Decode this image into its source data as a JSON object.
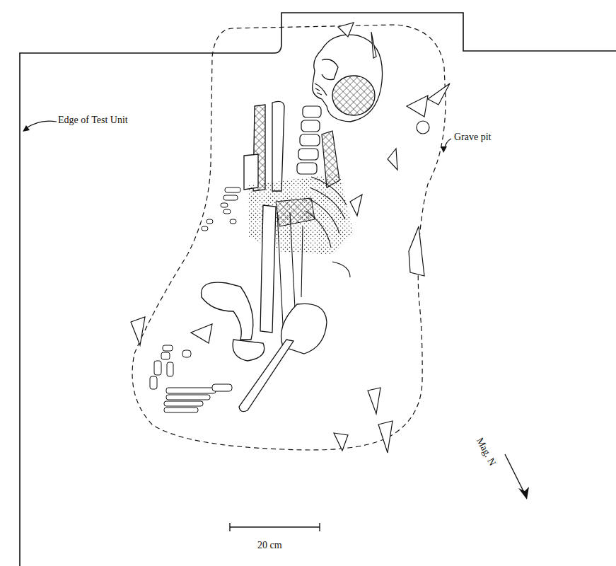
{
  "diagram": {
    "labels": [
      "Edge of Test Unit",
      "Grave pit",
      "Mag. N",
      "20 cm"
    ]
  }
}
